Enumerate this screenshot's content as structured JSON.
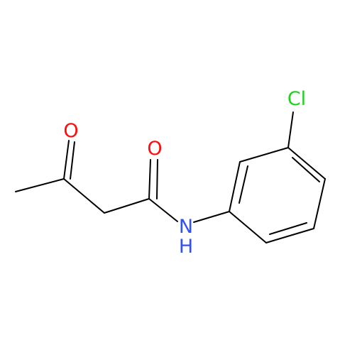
{
  "molecule": {
    "atoms": {
      "ketone_oxygen": {
        "label": "O",
        "color": "#ff0d0d"
      },
      "amide_oxygen": {
        "label": "O",
        "color": "#ff0d0d"
      },
      "amide_nitrogen": {
        "label": "N",
        "color": "#3050f8"
      },
      "amide_hydrogen": {
        "label": "H",
        "color": "#3050f8"
      },
      "chlorine": {
        "label": "Cl",
        "color": "#1fd01f"
      }
    },
    "bond_color": "#000000"
  }
}
